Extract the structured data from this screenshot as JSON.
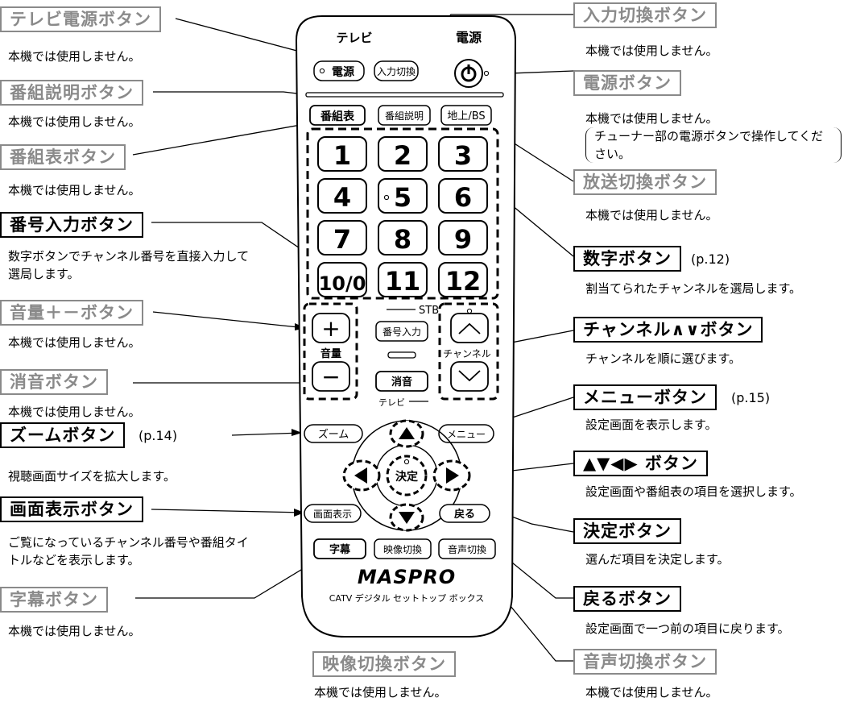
{
  "colors": {
    "ink": "#000000",
    "grey_label": "#8a8a8a"
  },
  "remote": {
    "tv_heading": "テレビ",
    "power_heading": "電源",
    "tv_power_key": "電源",
    "input_key": "入力切換",
    "guide_key": "番組表",
    "program_info_key": "番組説明",
    "broadcast_key": "地上/BS",
    "number_keys": [
      "1",
      "2",
      "3",
      "4",
      "5",
      "6",
      "7",
      "8",
      "9",
      "10/0",
      "11",
      "12"
    ],
    "stb_label": "STB",
    "number_input_key": "番号入力",
    "volume_plus": "+",
    "volume_label": "音量",
    "volume_minus": "−",
    "mute_key": "消音",
    "channel_label": "チャンネル",
    "tv_bottom_label": "テレビ",
    "zoom_key": "ズーム",
    "menu_key": "メニュー",
    "enter_key": "決定",
    "display_key": "画面表示",
    "back_key": "戻る",
    "subtitle_key": "字幕",
    "video_key": "映像切換",
    "audio_key": "音声切換",
    "brand": "MASPRO",
    "product": "CATV デジタル セットトップ ボックス"
  },
  "left": [
    {
      "title": "テレビ電源ボタン",
      "desc": "本機では使用しません。"
    },
    {
      "title": "番組説明ボタン",
      "desc": "本機では使用しません。"
    },
    {
      "title": "番組表ボタン",
      "desc": "本機では使用しません。"
    },
    {
      "title": "番号入力ボタン",
      "desc": "数字ボタンでチャンネル番号を直接入力して選局します。"
    },
    {
      "title": "音量＋－ボタン",
      "desc": "本機では使用しません。"
    },
    {
      "title": "消音ボタン",
      "desc": "本機では使用しません。"
    },
    {
      "title": "ズームボタン",
      "ref": "(p.14)",
      "desc": "視聴画面サイズを拡大します。"
    },
    {
      "title": "画面表示ボタン",
      "desc": "ご覧になっているチャンネル番号や番組タイトルなどを表示します。"
    },
    {
      "title": "字幕ボタン",
      "desc": "本機では使用しません。"
    }
  ],
  "right": [
    {
      "title": "入力切換ボタン",
      "desc": "本機では使用しません。"
    },
    {
      "title": "電源ボタン",
      "desc": "本機では使用しません。",
      "note": "チューナー部の電源ボタンで操作してください。"
    },
    {
      "title": "放送切換ボタン",
      "desc": "本機では使用しません。"
    },
    {
      "title": "数字ボタン",
      "ref": "(p.12)",
      "desc": "割当てられたチャンネルを選局します。"
    },
    {
      "title": "チャンネル∧∨ボタン",
      "desc": "チャンネルを順に選びます。"
    },
    {
      "title": "メニューボタン",
      "ref": "(p.15)",
      "desc": "設定画面を表示します。"
    },
    {
      "title": "▲▼◀▶ ボタン",
      "desc": "設定画面や番組表の項目を選択します。"
    },
    {
      "title": "決定ボタン",
      "desc": "選んだ項目を決定します。"
    },
    {
      "title": "戻るボタン",
      "desc": "設定画面で一つ前の項目に戻ります。"
    }
  ],
  "bottom": [
    {
      "title": "映像切換ボタン",
      "desc": "本機では使用しません。"
    },
    {
      "title": "音声切換ボタン",
      "desc": "本機では使用しません。"
    }
  ]
}
